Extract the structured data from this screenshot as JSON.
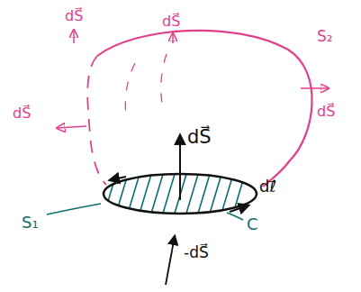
{
  "diagram": {
    "labels": [
      "dS⃗",
      "dS⃗",
      "S₂",
      "dS⃗",
      "dS⃗",
      "dS⃗",
      "dℓ⃗",
      "S₁",
      "C",
      "-dS⃗"
    ]
  }
}
